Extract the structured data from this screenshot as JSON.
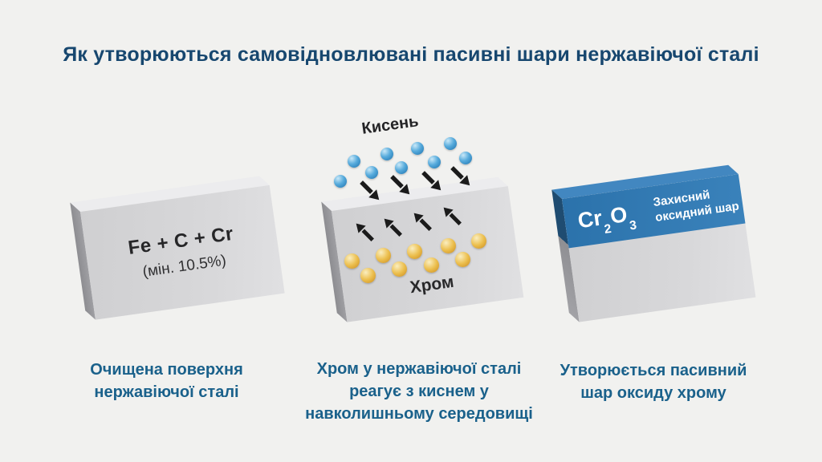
{
  "title": "Як утворюються самовідновлювані пасивні шари нержавіючої сталі",
  "colors": {
    "background": "#f1f1ef",
    "title_text": "#17476f",
    "caption_text": "#1a618b",
    "steel_front": "#d4d4d6",
    "oxide_band_blue": "#2e76b0",
    "oxygen_dot_blue": "#3a97cf",
    "chromium_dot_gold": "#e2a63a",
    "arrow_black": "#1b1b1b"
  },
  "steps": [
    {
      "id": "clean-surface",
      "block_text": {
        "line1": "Fe + C + Cr",
        "line2": "(мін. 10.5%)"
      },
      "caption": {
        "line1": "Очищена поверхня",
        "line2": "нержавіючої сталі"
      }
    },
    {
      "id": "reaction",
      "oxygen_label": "Кисень",
      "chromium_label": "Хром",
      "caption": {
        "line1": "Хром у нержавіючої сталі",
        "line2": "реагує з киснем у",
        "line3": "навколишньому середовищі"
      }
    },
    {
      "id": "oxide-layer",
      "formula": {
        "el1": "Cr",
        "sub1": "2",
        "el2": "O",
        "sub2": "3"
      },
      "band_label": {
        "line1": "Захисний",
        "line2": "оксидний шар"
      },
      "caption": {
        "line1": "Утворюється пасивний",
        "line2": "шар оксиду хрому"
      }
    }
  ]
}
